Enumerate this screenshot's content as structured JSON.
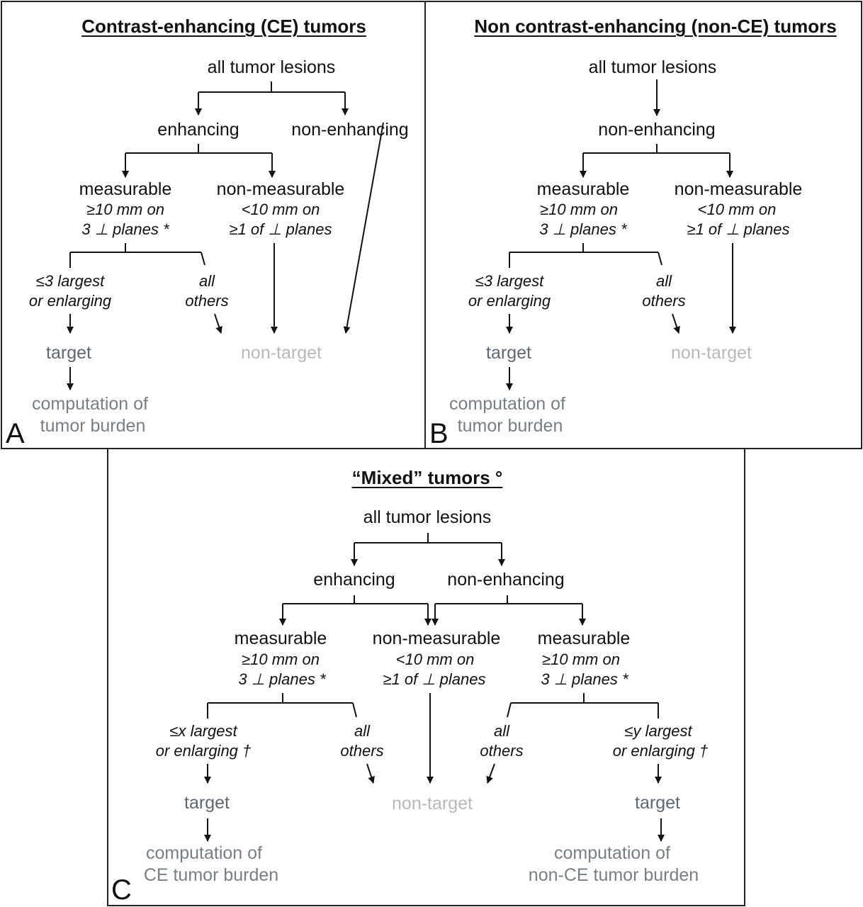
{
  "panel_a": {
    "letter": "A",
    "title": "Contrast-enhancing (CE) tumors",
    "root": "all tumor lesions",
    "left_branch": "enhancing",
    "right_branch": "non-enhancing",
    "measurable": "measurable",
    "measurable_crit1": "≥10 mm on",
    "measurable_crit2": "3 ⊥ planes *",
    "nonmeasurable": "non-measurable",
    "nonmeasurable_crit1": "<10 mm on",
    "nonmeasurable_crit2": "≥1 of ⊥ planes",
    "largest1": "≤3 largest",
    "largest2": "or enlarging",
    "others1": "all",
    "others2": "others",
    "target": "target",
    "nontarget": "non-target",
    "burden1": "computation of",
    "burden2": "tumor burden"
  },
  "panel_b": {
    "letter": "B",
    "title": "Non contrast-enhancing (non-CE) tumors",
    "root": "all tumor lesions",
    "branch": "non-enhancing",
    "measurable": "measurable",
    "measurable_crit1": "≥10 mm on",
    "measurable_crit2": "3 ⊥ planes *",
    "nonmeasurable": "non-measurable",
    "nonmeasurable_crit1": "<10 mm on",
    "nonmeasurable_crit2": "≥1 of ⊥ planes",
    "largest1": "≤3 largest",
    "largest2": "or enlarging",
    "others1": "all",
    "others2": "others",
    "target": "target",
    "nontarget": "non-target",
    "burden1": "computation of",
    "burden2": "tumor burden"
  },
  "panel_c": {
    "letter": "C",
    "title": "“Mixed” tumors °",
    "root": "all tumor lesions",
    "left_branch": "enhancing",
    "right_branch": "non-enhancing",
    "measurable_left": "measurable",
    "measurable_left_crit1": "≥10 mm on",
    "measurable_left_crit2": "3 ⊥ planes *",
    "nonmeasurable": "non-measurable",
    "nonmeasurable_crit1": "<10 mm on",
    "nonmeasurable_crit2": "≥1 of ⊥ planes",
    "measurable_right": "measurable",
    "measurable_right_crit1": "≥10 mm on",
    "measurable_right_crit2": "3 ⊥ planes *",
    "largest_x1": "≤x largest",
    "largest_x2": "or enlarging †",
    "others_left1": "all",
    "others_left2": "others",
    "others_right1": "all",
    "others_right2": "others",
    "largest_y1": "≤y largest",
    "largest_y2": "or enlarging †",
    "target_left": "target",
    "nontarget": "non-target",
    "target_right": "target",
    "burden_left1": "computation of",
    "burden_left2": "CE tumor burden",
    "burden_right1": "computation of",
    "burden_right2": "non-CE tumor burden"
  }
}
